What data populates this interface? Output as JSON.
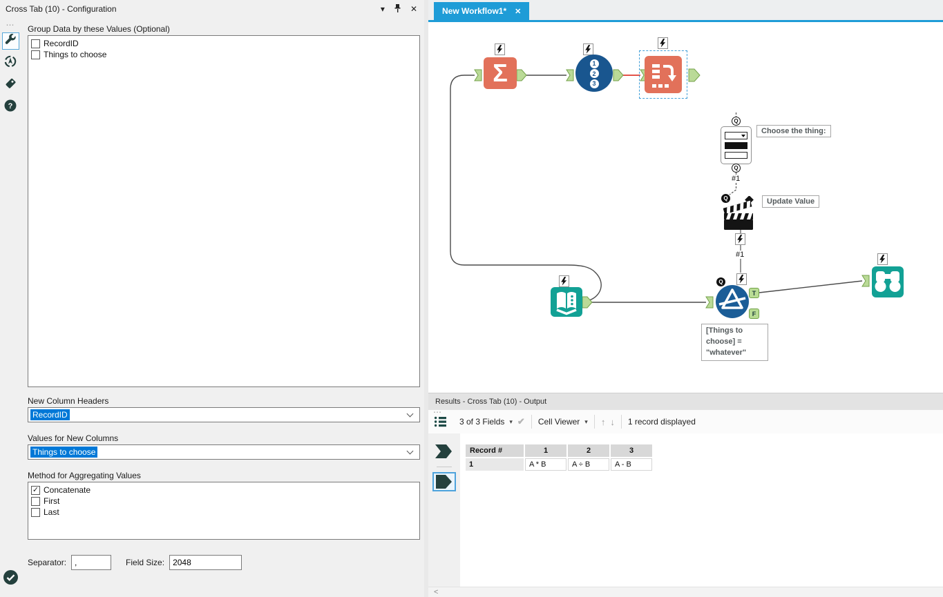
{
  "config": {
    "title": "Cross Tab (10) - Configuration",
    "group_label": "Group Data by these Values (Optional)",
    "group_items": [
      {
        "label": "RecordID",
        "check": ""
      },
      {
        "label": "Things to choose",
        "check": ""
      }
    ],
    "new_column_headers_label": "New Column Headers",
    "new_column_headers_value": "RecordID",
    "values_for_new_columns_label": "Values for New Columns",
    "values_for_new_columns_value": "Things to choose",
    "method_label": "Method for Aggregating Values",
    "method_items": [
      {
        "label": "Concatenate",
        "check": "✓"
      },
      {
        "label": "First",
        "check": ""
      },
      {
        "label": "Last",
        "check": ""
      }
    ],
    "separator_label": "Separator:",
    "separator_value": ",",
    "field_size_label": "Field Size:",
    "field_size_value": "2048"
  },
  "workflow": {
    "tab_title": "New Workflow1*",
    "annotations": {
      "dropdown": "Choose the thing:",
      "action": "Update Value"
    },
    "filter_annotation_lines": [
      "[Things to",
      "choose] =",
      "\"whatever\""
    ],
    "connection_labels": {
      "q": "Q",
      "t": "T",
      "f": "F",
      "hash1": "#1"
    },
    "recordid_tool_numbers": [
      "1",
      "2",
      "3"
    ]
  },
  "results": {
    "title": "Results - Cross Tab (10) - Output",
    "fields_selector": "3 of 3 Fields",
    "cell_viewer": "Cell Viewer",
    "record_count": "1 record displayed",
    "table": {
      "headers": [
        "Record #",
        "1",
        "2",
        "3"
      ],
      "rows": [
        [
          "1",
          "A * B",
          "A ÷ B",
          "A - B"
        ]
      ]
    }
  },
  "icons": {
    "sigma": "Σ",
    "caret_down": "▾",
    "close": "✕",
    "grip": "⋯",
    "check": "✔",
    "arrow_up": "↑",
    "arrow_down": "↓",
    "scroll_left": "<"
  },
  "colors": {
    "accent_blue": "#1e9cd7",
    "tool_orange": "#e2715a",
    "tool_steel_blue": "#19568f",
    "tool_teal": "#12a195",
    "selection_blue": "#0078d7",
    "wire_red": "#df3a2f",
    "anchor_green": "#b9dc94",
    "dark_icon": "#24403d"
  }
}
